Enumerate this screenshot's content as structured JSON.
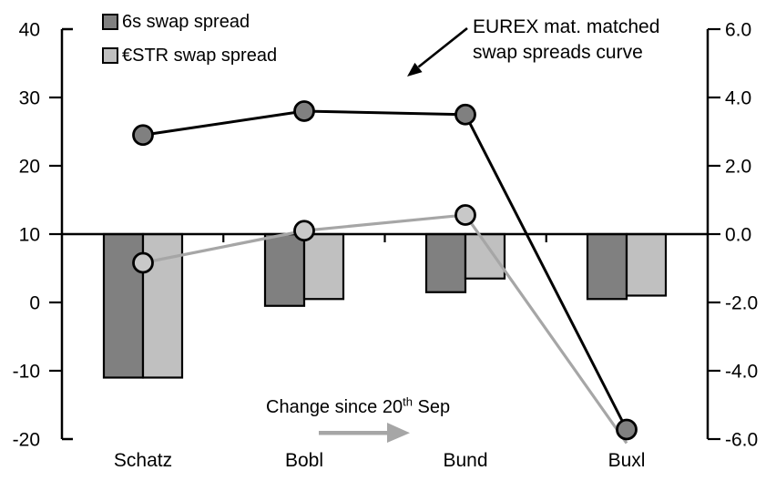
{
  "chart_data": {
    "type": "combo-bar-line",
    "categories": [
      "Schatz",
      "Bobl",
      "Bund",
      "Buxl"
    ],
    "left_axis": {
      "tick_labels": [
        "40",
        "30",
        "20",
        "10",
        "0",
        "-10",
        "-20"
      ],
      "tick_values": [
        40,
        30,
        20,
        10,
        0,
        -10,
        -20
      ],
      "min": -20,
      "max": 40
    },
    "right_axis": {
      "tick_labels": [
        "6.0",
        "4.0",
        "2.0",
        "0.0",
        "-2.0",
        "-4.0",
        "-6.0"
      ],
      "tick_values": [
        6,
        4,
        2,
        0,
        -2,
        -4,
        -6
      ],
      "min": -6,
      "max": 6
    },
    "bar_series": [
      {
        "name": "6s swap spread",
        "axis": "right",
        "values": [
          -4.2,
          -2.1,
          -1.7,
          -1.9
        ]
      },
      {
        "name": "€STR swap spread",
        "axis": "right",
        "values": [
          -4.2,
          -1.9,
          -1.3,
          -1.8
        ]
      }
    ],
    "line_series": [
      {
        "name": "6s swap spread curve",
        "axis": "left",
        "values": [
          24.5,
          28.0,
          27.5,
          -18.6
        ],
        "hide_last_marker": false
      },
      {
        "name": "€STR swap spread curve",
        "axis": "left",
        "values": [
          5.8,
          10.5,
          12.8,
          -20.6
        ],
        "hide_last_marker": true
      }
    ],
    "legend": [
      {
        "label": "6s swap spread"
      },
      {
        "label": "€STR swap spread"
      }
    ],
    "annotations": {
      "curve_line1": "EUREX mat. matched",
      "curve_line2": "swap spreads curve",
      "change_prefix": "Change since 20",
      "change_sup": "th",
      "change_suffix": " Sep"
    },
    "colors": {
      "dark_gray": "#808080",
      "light_gray": "#c0c0c0",
      "marker_light": "#c8c8c8",
      "line_black": "#000000",
      "line_gray": "#a6a6a6",
      "arrow_gray": "#a6a6a6",
      "axis_black": "#000000"
    },
    "layout_hints": {
      "legend_position": "top-left",
      "grid": false,
      "bars_hang_from_right_axis_zero": true
    }
  }
}
